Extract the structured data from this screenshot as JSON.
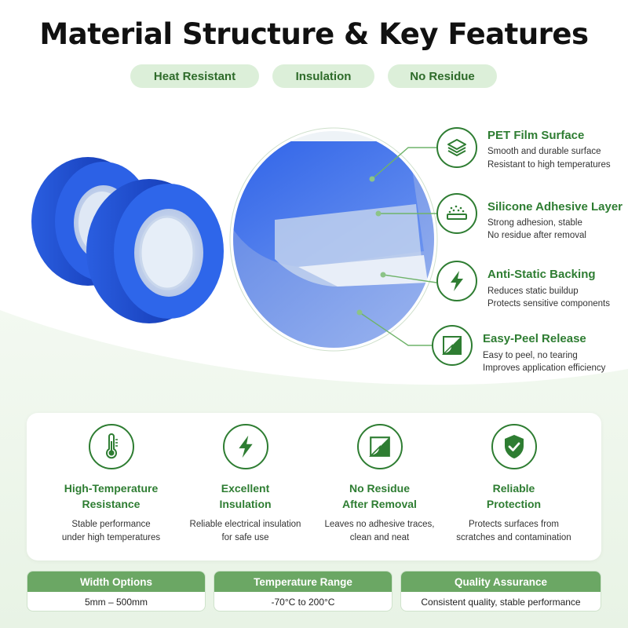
{
  "title": "Material Structure & Key Features",
  "tags": [
    "Heat Resistant",
    "Insulation",
    "No Residue"
  ],
  "layers": [
    {
      "icon": "layers-icon",
      "title": "PET Film Surface",
      "lines": [
        "Smooth and durable surface",
        "Resistant to high temperatures"
      ]
    },
    {
      "icon": "adhesive-layer-icon",
      "title": "Silicone Adhesive Layer",
      "lines": [
        "Strong adhesion, stable",
        "No residue after removal"
      ]
    },
    {
      "icon": "lightning-icon",
      "title": "Anti-Static Backing",
      "lines": [
        "Reduces static buildup",
        "Protects sensitive components"
      ]
    },
    {
      "icon": "peel-icon",
      "title": "Easy-Peel Release",
      "lines": [
        "Easy to peel, no tearing",
        "Improves application efficiency"
      ]
    }
  ],
  "features": [
    {
      "icon": "thermometer-icon",
      "title": [
        "High-Temperature",
        "Resistance"
      ],
      "desc": [
        "Stable performance",
        "under high temperatures"
      ]
    },
    {
      "icon": "lightning-icon",
      "title": [
        "Excellent",
        "Insulation"
      ],
      "desc": [
        "Reliable electrical insulation",
        "for safe use"
      ]
    },
    {
      "icon": "peel-icon",
      "title": [
        "No Residue",
        "After Removal"
      ],
      "desc": [
        "Leaves no adhesive traces,",
        "clean and neat"
      ]
    },
    {
      "icon": "shield-check-icon",
      "title": [
        "Reliable",
        "Protection"
      ],
      "desc": [
        "Protects surfaces from",
        "scratches and contamination"
      ]
    }
  ],
  "specs": [
    {
      "label": "Width Options",
      "value": "5mm – 500mm"
    },
    {
      "label": "Temperature Range",
      "value": "-70°C to 200°C"
    },
    {
      "label": "Quality Assurance",
      "value": "Consistent quality, stable performance"
    }
  ],
  "colors": {
    "accent": "#2e7d32",
    "pill_bg": "#dcefd9",
    "tape_blue": "#1f4fd1",
    "spec_header": "#6ba764",
    "bottom_bg": "#eef6ec"
  }
}
